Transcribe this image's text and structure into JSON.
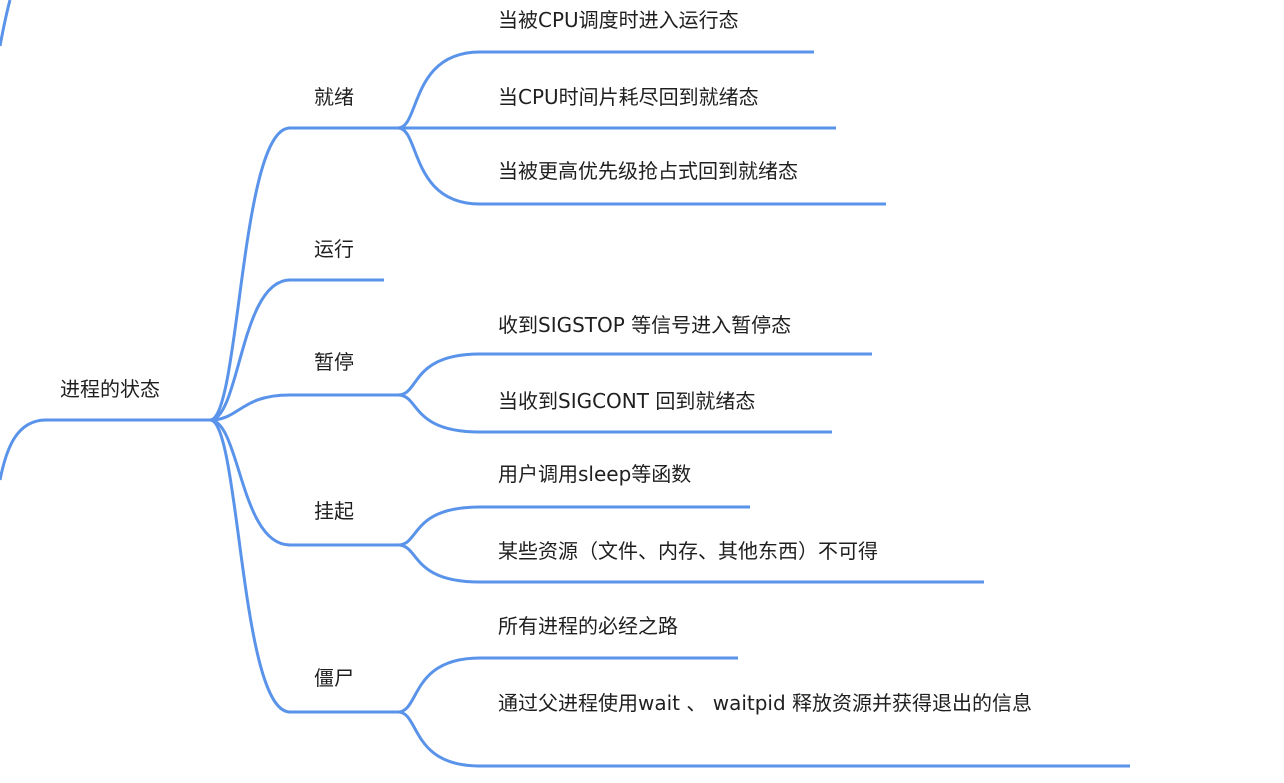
{
  "root": {
    "label": "进程的状态"
  },
  "branches": [
    {
      "label": "就绪",
      "children": [
        {
          "label": "当被CPU调度时进入运行态"
        },
        {
          "label": "当CPU时间片耗尽回到就绪态"
        },
        {
          "label": "当被更高优先级抢占式回到就绪态"
        }
      ]
    },
    {
      "label": "运行",
      "children": []
    },
    {
      "label": "暂停",
      "children": [
        {
          "label": "收到SIGSTOP 等信号进入暂停态"
        },
        {
          "label": "当收到SIGCONT 回到就绪态"
        }
      ]
    },
    {
      "label": "挂起",
      "children": [
        {
          "label": "用户调用sleep等函数"
        },
        {
          "label": "某些资源（文件、内存、其他东西）不可得"
        }
      ]
    },
    {
      "label": "僵尸",
      "children": [
        {
          "label": "所有进程的必经之路"
        },
        {
          "label": "通过父进程使用wait 、 waitpid 释放资源并获得退出的信息"
        }
      ]
    }
  ],
  "colors": {
    "line": "#5a93ea",
    "text": "#1f1f1f"
  }
}
